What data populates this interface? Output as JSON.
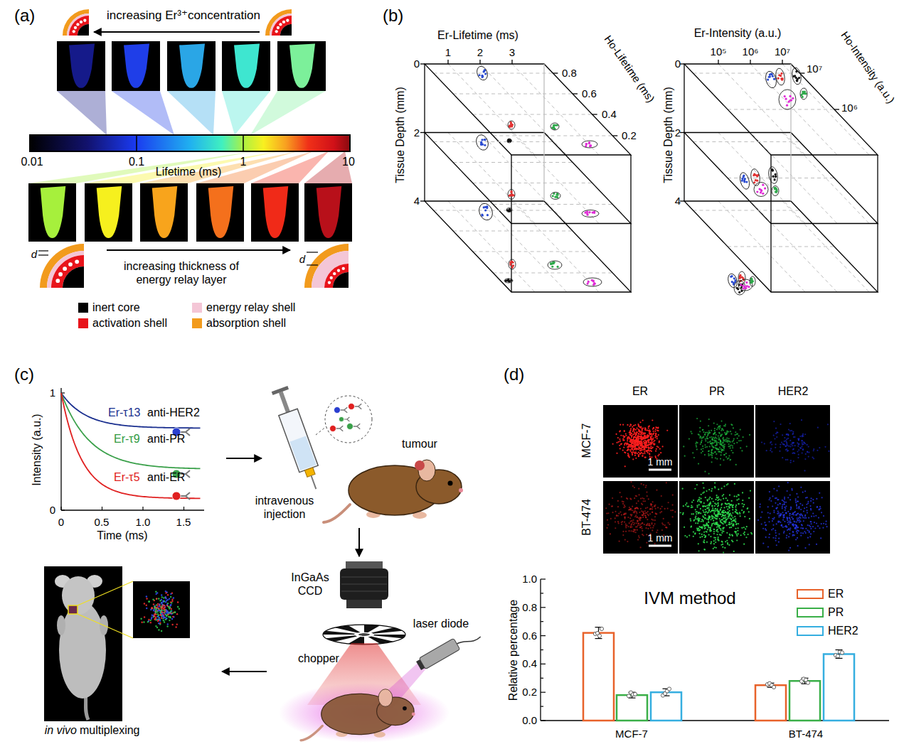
{
  "diagram": {
    "labels": [
      "(a)",
      "increasing Er³⁺concentration",
      "0.01",
      "0.1",
      "1",
      "10",
      "Lifetime (ms)",
      "d",
      "d",
      "increasing thickness of energy relay layer",
      "(b)",
      "Er-Lifetime (ms)",
      "1",
      "2",
      "3",
      "Ho-Lifetime (ms)",
      "0.8",
      "0.6",
      "0.4",
      "0.2",
      "Tissue Depth (mm)",
      "0",
      "2",
      "4",
      "Er-Intensity (a.u.)",
      "10⁵",
      "10⁶",
      "10⁷",
      "10⁷",
      "10⁶",
      "Ho-Intensity (a.u.)",
      "Tissue Depth (mm)",
      "0",
      "2",
      "4",
      "(c)",
      "Er-τ13",
      "anti-HER2",
      "Er-τ9",
      "anti-PR",
      "Er-τ5",
      "anti-ER",
      "Intensity (a.u.)",
      "1",
      "0",
      "0",
      "0.5",
      "1.0",
      "1.5",
      "Time (ms)",
      "tumour",
      "intravenous injection",
      "InGaAs CCD",
      "chopper",
      "laser diode",
      "in vivo",
      "multiplexing",
      "(d)",
      "ER",
      "PR",
      "HER2",
      "MCF-7",
      "BT-474",
      "1 mm",
      "1 mm",
      "Relative percentage",
      "1.0",
      "0.8",
      "0.6",
      "0.4",
      "0.2",
      "0.0",
      "IVM method",
      "MCF-7",
      "BT-474"
    ],
    "legend": [
      {
        "text": "inert core",
        "color": "#000000"
      },
      {
        "text": "activation shell",
        "color": "#e8141b"
      },
      {
        "text": "energy relay shell",
        "color": "#f4c6d6"
      },
      {
        "text": "absorption shell",
        "color": "#f29b1d"
      },
      {
        "text": "ER",
        "color": "#e8622a"
      },
      {
        "text": "PR",
        "color": "#3aaf48"
      },
      {
        "text": "HER2",
        "color": "#35aee0"
      }
    ]
  }
}
